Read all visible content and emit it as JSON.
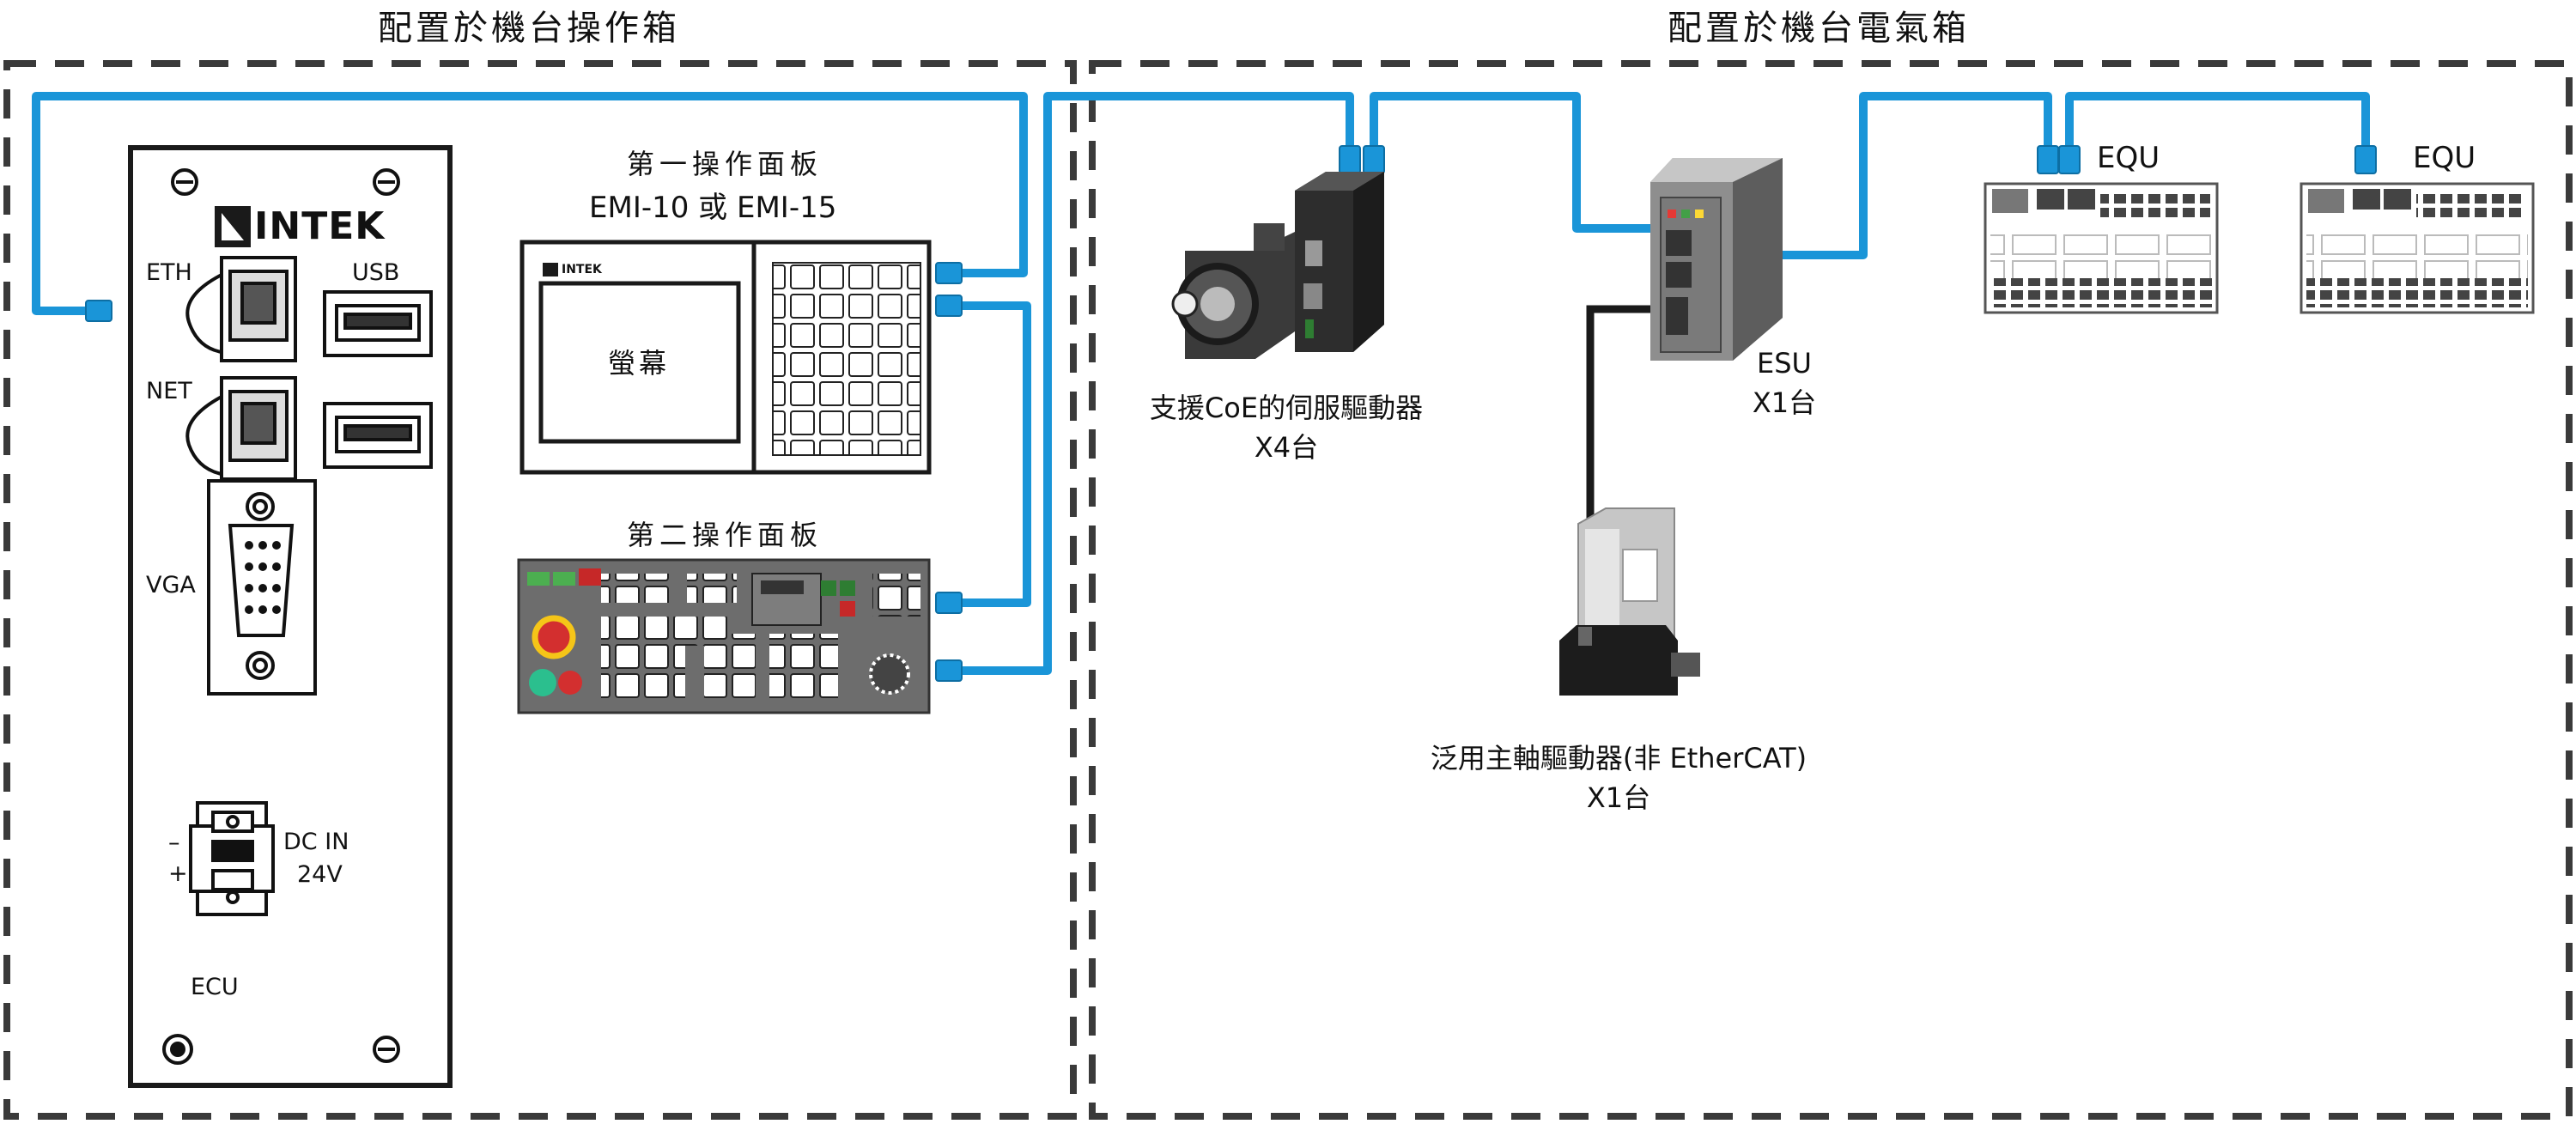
{
  "sections": {
    "left_title": "配置於機台操作箱",
    "right_title": "配置於機台電氣箱"
  },
  "ecu": {
    "brand": "INTEK",
    "screen_brand": "INTEK",
    "ports": {
      "eth": "ETH",
      "usb": "USB",
      "net": "NET",
      "vga": "VGA",
      "dc_in_line1": "DC IN",
      "dc_in_line2": "24V",
      "minus": "–",
      "plus": "+"
    },
    "name": "ECU"
  },
  "panel1": {
    "title_line1": "第一操作面板",
    "title_line2": "EMI-10 或 EMI-15",
    "screen_label": "螢幕"
  },
  "panel2": {
    "title": "第二操作面板"
  },
  "servo": {
    "caption_line1": "支援CoE的伺服驅動器",
    "caption_line2": "X4台"
  },
  "esu": {
    "name": "ESU",
    "count": "X1台"
  },
  "spindle": {
    "caption_line1": "泛用主軸驅動器(非 EtherCAT)",
    "caption_line2": "X1台"
  },
  "equ": [
    {
      "name": "EQU"
    },
    {
      "name": "EQU"
    }
  ],
  "colors": {
    "cable": "#1a95d8",
    "dash": "#3a3a3a",
    "device_dark": "#3b3b3b",
    "panel_gray": "#6d6d6d"
  },
  "icons": [
    "screw-icon",
    "rj45-port-icon",
    "usb-port-icon",
    "vga-port-icon",
    "power-connector-icon",
    "keypad-icon",
    "servo-motor-icon",
    "spindle-motor-icon"
  ]
}
